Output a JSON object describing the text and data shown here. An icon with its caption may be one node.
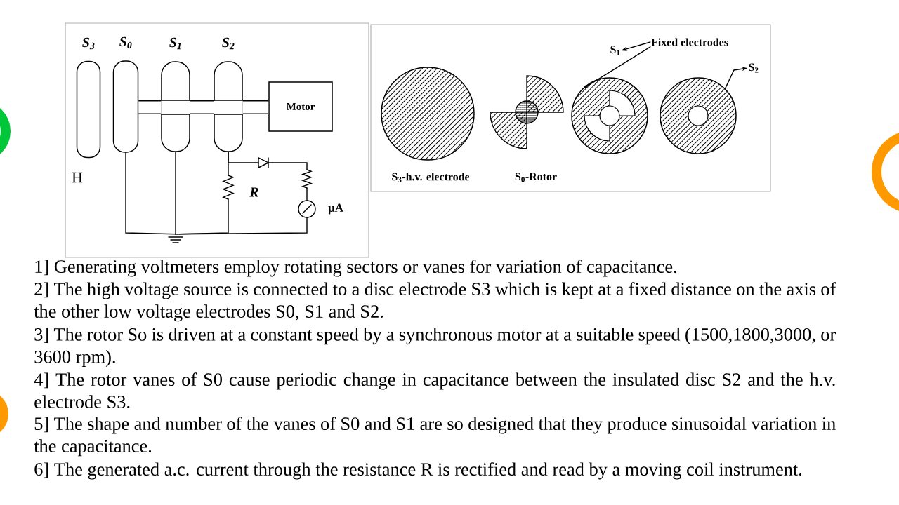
{
  "diagram": {
    "nodes": [
      {
        "text": [
          "S$_{3}$"
        ]
      },
      {
        "text": [
          "S$_{0}$"
        ]
      },
      {
        "text": [
          "S$_{1}$"
        ]
      },
      {
        "text": [
          "S$_{2}$"
        ]
      },
      {
        "text": [
          "Motor"
        ]
      },
      {
        "text": [],
        "shape": "circle",
        "beside": [
          "S$_{3}$-h.v. electrode"
        ]
      },
      {
        "text": [],
        "shape": "picture",
        "beside": [
          "S$_{0}$-Rotor"
        ]
      },
      {
        "text": [],
        "shape": "circle"
      },
      {
        "text": [],
        "shape": "circle"
      },
      {
        "text": [
          "S$_{1}$"
        ]
      },
      {
        "text": [
          "Fixed electrodes"
        ]
      },
      {
        "text": [
          "S$_{2}$"
        ]
      },
      {
        "text": [],
        "shape": "resistor",
        "beside": [
          "R"
        ]
      },
      {
        "text": [],
        "shape": "diode"
      },
      {
        "text": [],
        "shape": "resistor"
      },
      {
        "text": [],
        "shape": "meter",
        "beside": [
          "µA"
        ]
      },
      {
        "text": [],
        "shape": "ground"
      }
    ],
    "edges": [
      {
        "from": 1,
        "to": 2,
        "arrow": "none",
        "style": "thick"
      },
      {
        "from": 2,
        "to": 3,
        "arrow": "none",
        "style": "thick"
      },
      {
        "from": 3,
        "to": 4,
        "arrow": "none",
        "style": "thick"
      },
      {
        "from": 10,
        "to": 9,
        "arrow": "to"
      },
      {
        "from": 10,
        "to": 7,
        "arrow": "to"
      },
      {
        "from": 8,
        "to": 11,
        "arrow": "to"
      },
      {
        "from": 1,
        "to": 16,
        "arrow": "none"
      },
      {
        "from": 2,
        "to": 16,
        "arrow": "none"
      },
      {
        "from": 3,
        "to": 12,
        "arrow": "none"
      },
      {
        "from": 12,
        "to": 16,
        "arrow": "none"
      },
      {
        "from": 3,
        "to": 13,
        "arrow": "none"
      },
      {
        "from": 13,
        "to": 14,
        "arrow": "none"
      },
      {
        "from": 14,
        "to": 15,
        "arrow": "none"
      },
      {
        "from": 15,
        "to": 16,
        "arrow": "none"
      }
    ],
    "labels": [
      "H",
      "1] Generating voltmeters employ rotating sectors or vanes for variation of capacitance.",
      "2] The high voltage source is connected to a disc electrode S3 which is kept at a fixed distance on the axis of the other low voltage electrodes S0, S1 and S2.",
      "3] The rotor So is driven at a constant speed by a synchronous motor at a suitable speed (1500,1800,3000, or 3600 rpm).",
      "4] The rotor vanes of S0 cause periodic change in capacitance between the insulated disc S2 and the h.v. electrode S3.",
      "5] The shape and number of the vanes of S0 and S1 are so designed that they produce sinusoidal variation in the capacitance.",
      "6] The generated a.c. current through the resistance R is rectified and read by a moving coil instrument."
    ]
  }
}
